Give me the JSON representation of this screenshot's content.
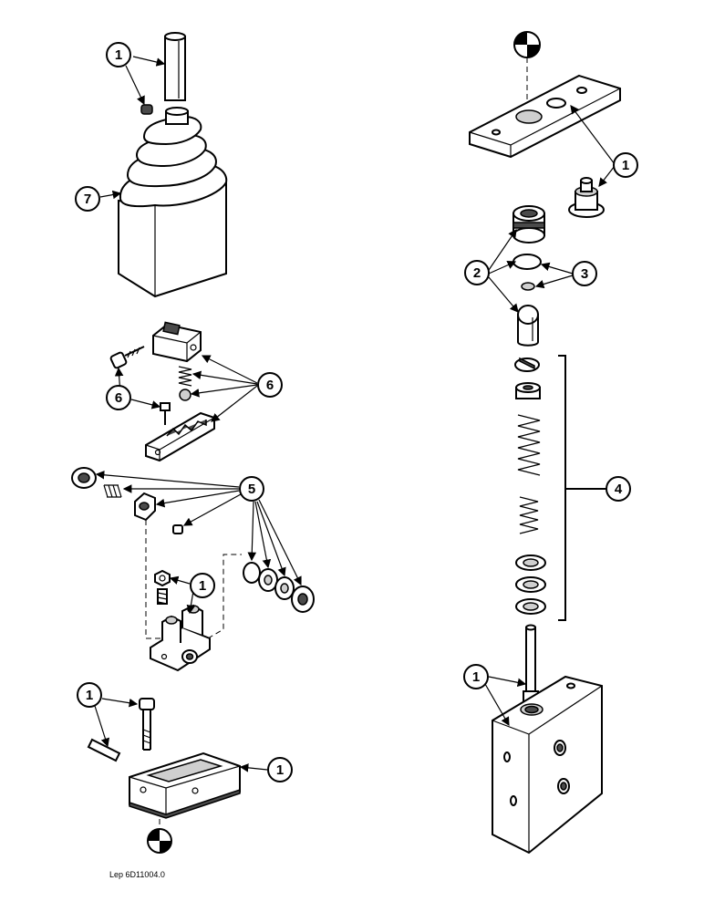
{
  "reference": "Lep 6D11004.0",
  "callouts": [
    "1",
    "7",
    "6",
    "6",
    "5",
    "1",
    "1",
    "1",
    "1",
    "2",
    "3",
    "4",
    "1"
  ]
}
